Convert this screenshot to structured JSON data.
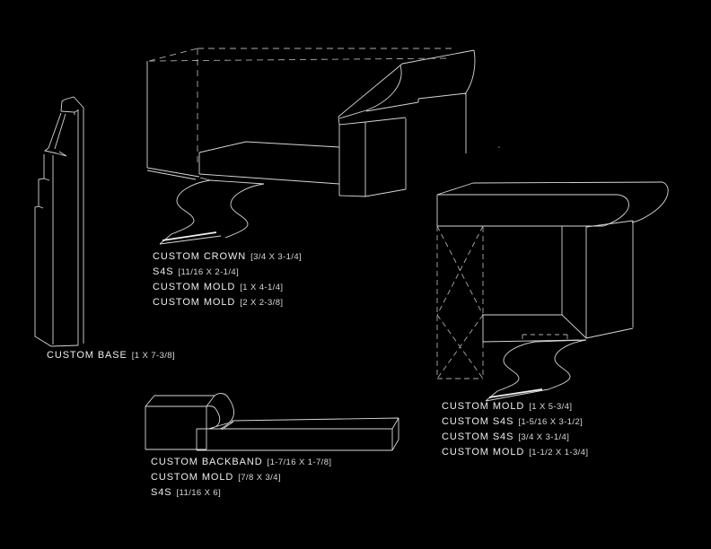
{
  "colors": {
    "background": "#000000",
    "line": "#d7d7d7",
    "dashed_line": "#ababab",
    "bright_line": "#f2f2f2",
    "text": "#ededed"
  },
  "drawings": {
    "base": {
      "label": {
        "name": "CUSTOM BASE",
        "dims": "[1 X 7-3/8]"
      }
    },
    "crown": {
      "labels": [
        {
          "name": "CUSTOM CROWN",
          "dims": "[3/4 X 3-1/4]"
        },
        {
          "name": "S4S",
          "dims": "[11/16 X 2-1/4]"
        },
        {
          "name": "CUSTOM MOLD",
          "dims": "[1 X 4-1/4]"
        },
        {
          "name": "CUSTOM MOLD",
          "dims": "[2 X 2-3/8]"
        }
      ]
    },
    "corner": {
      "labels": [
        {
          "name": "CUSTOM MOLD",
          "dims": "[1 X 5-3/4]"
        },
        {
          "name": "CUSTOM S4S",
          "dims": "[1-5/16 X 3-1/2]"
        },
        {
          "name": "CUSTOM S4S",
          "dims": "[3/4 X 3-1/4]"
        },
        {
          "name": "CUSTOM MOLD",
          "dims": "[1-1/2 X 1-3/4]"
        }
      ]
    },
    "backband": {
      "labels": [
        {
          "name": "CUSTOM BACKBAND",
          "dims": "[1-7/16 X 1-7/8]"
        },
        {
          "name": "CUSTOM MOLD",
          "dims": "[7/8 X 3/4]"
        },
        {
          "name": "S4S",
          "dims": "[11/16 X 6]"
        }
      ]
    }
  }
}
